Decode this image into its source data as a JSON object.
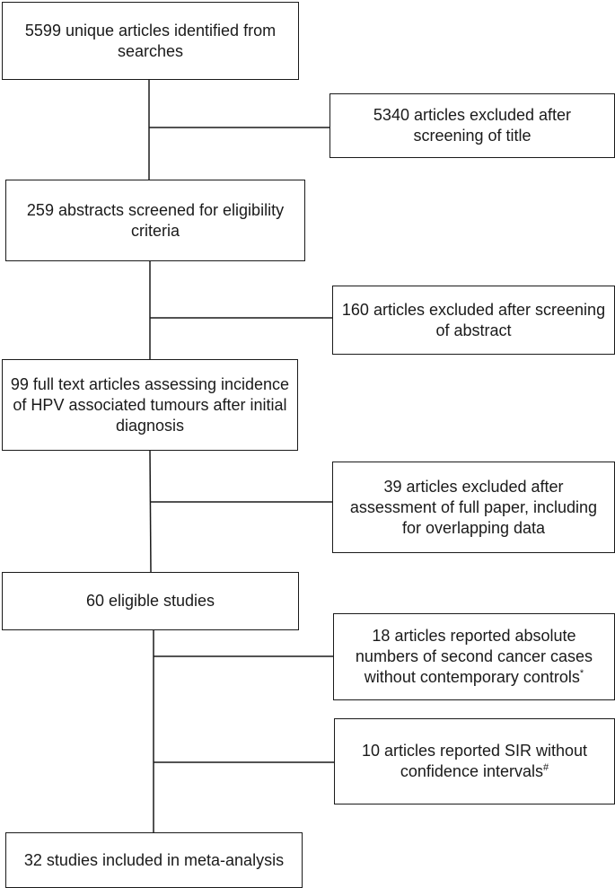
{
  "flow": {
    "step1": "5599 unique articles identified from searches",
    "step2": "259 abstracts screened for eligibility criteria",
    "step3": "99 full text articles assessing incidence of HPV associated tumours after initial diagnosis",
    "step4": "60 eligible studies",
    "step5": "32 studies included in meta-analysis"
  },
  "exclusions": {
    "ex1": "5340 articles excluded after screening of title",
    "ex2": "160 articles excluded after screening of abstract",
    "ex3": "39 articles excluded after assessment of full paper, including for overlapping data",
    "ex4": "18 articles reported absolute numbers of second cancer cases without contemporary controls",
    "ex4_mark": "*",
    "ex5": "10 articles reported SIR without confidence intervals",
    "ex5_mark": "#"
  }
}
